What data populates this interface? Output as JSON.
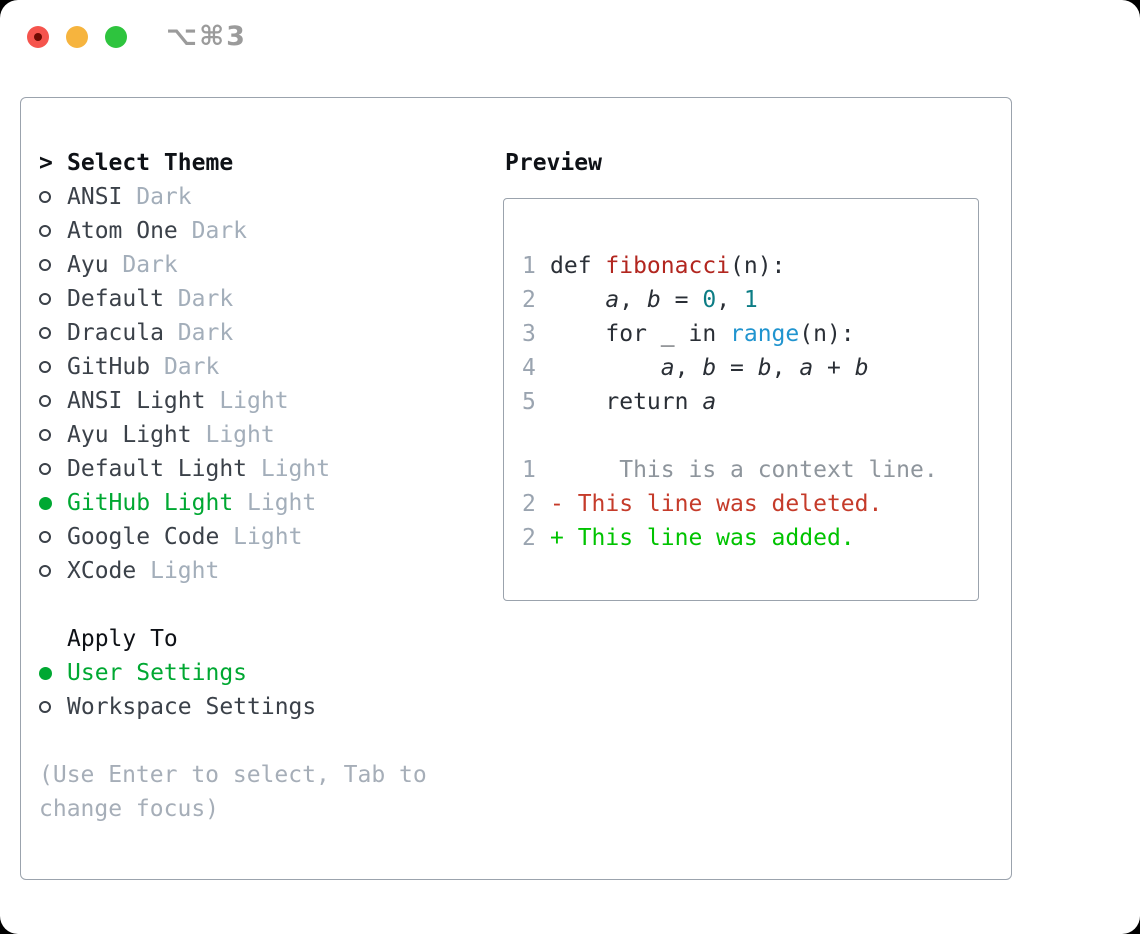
{
  "window": {
    "title_symbol": "⌥⌘3"
  },
  "traffic_lights": {
    "close_color": "#f5544d",
    "close_dot_color": "#6e0b03",
    "minimize_color": "#f6b43e",
    "zoom_color": "#2ec43e"
  },
  "colors": {
    "selected_green": "#00a832",
    "theme_name": "#3b4149",
    "tag_gray": "#a3aeba",
    "hint_gray": "#a6aeb8",
    "border_gray": "#9ba3ad",
    "title_gray": "#9b9b9b",
    "code_text": "#2a2f36",
    "line_number": "#9aa4b0",
    "func": "#b2261f",
    "num": "#0d7d85",
    "call": "#2094cf",
    "context": "#8e959c",
    "deleted": "#c53b2a",
    "added": "#00c300"
  },
  "panel": {
    "select_theme": {
      "prompt": ">",
      "label": "Select Theme"
    },
    "themes": [
      {
        "name": "ANSI",
        "tag": "Dark",
        "selected": false
      },
      {
        "name": "Atom One",
        "tag": "Dark",
        "selected": false
      },
      {
        "name": "Ayu",
        "tag": "Dark",
        "selected": false
      },
      {
        "name": "Default",
        "tag": "Dark",
        "selected": false
      },
      {
        "name": "Dracula",
        "tag": "Dark",
        "selected": false
      },
      {
        "name": "GitHub",
        "tag": "Dark",
        "selected": false
      },
      {
        "name": "ANSI Light",
        "tag": "Light",
        "selected": false
      },
      {
        "name": "Ayu Light",
        "tag": "Light",
        "selected": false
      },
      {
        "name": "Default Light",
        "tag": "Light",
        "selected": false
      },
      {
        "name": "GitHub Light",
        "tag": "Light",
        "selected": true
      },
      {
        "name": "Google Code",
        "tag": "Light",
        "selected": false
      },
      {
        "name": "XCode",
        "tag": "Light",
        "selected": false
      }
    ],
    "apply_to": {
      "label": "Apply To",
      "options": [
        {
          "name": "User Settings",
          "selected": true
        },
        {
          "name": "Workspace Settings",
          "selected": false
        }
      ]
    },
    "hint": "(Use Enter to select, Tab to change focus)"
  },
  "preview": {
    "heading": "Preview",
    "lines": [
      {
        "num": "1",
        "tokens": [
          {
            "t": "def "
          },
          {
            "t": "fibonacci",
            "c": "func"
          },
          {
            "t": "(n):"
          }
        ]
      },
      {
        "num": "2",
        "tokens": [
          {
            "t": "    "
          },
          {
            "t": "a",
            "i": true
          },
          {
            "t": ", "
          },
          {
            "t": "b",
            "i": true
          },
          {
            "t": " = "
          },
          {
            "t": "0",
            "c": "num"
          },
          {
            "t": ", "
          },
          {
            "t": "1",
            "c": "num"
          }
        ]
      },
      {
        "num": "3",
        "tokens": [
          {
            "t": "    for _ in "
          },
          {
            "t": "range",
            "c": "call"
          },
          {
            "t": "(n):"
          }
        ]
      },
      {
        "num": "4",
        "tokens": [
          {
            "t": "        "
          },
          {
            "t": "a",
            "i": true
          },
          {
            "t": ", "
          },
          {
            "t": "b",
            "i": true
          },
          {
            "t": " = "
          },
          {
            "t": "b",
            "i": true
          },
          {
            "t": ", "
          },
          {
            "t": "a",
            "i": true
          },
          {
            "t": " + "
          },
          {
            "t": "b",
            "i": true
          }
        ]
      },
      {
        "num": "5",
        "tokens": [
          {
            "t": "    return "
          },
          {
            "t": "a",
            "i": true
          }
        ]
      },
      {
        "num": "",
        "tokens": []
      },
      {
        "num": "1",
        "tokens": [
          {
            "t": "     This is a context line.",
            "c": "context"
          }
        ]
      },
      {
        "num": "2",
        "tokens": [
          {
            "t": "- This line was deleted.",
            "c": "deleted"
          }
        ]
      },
      {
        "num": "2",
        "tokens": [
          {
            "t": "+ This line was added.",
            "c": "added"
          }
        ]
      }
    ]
  }
}
